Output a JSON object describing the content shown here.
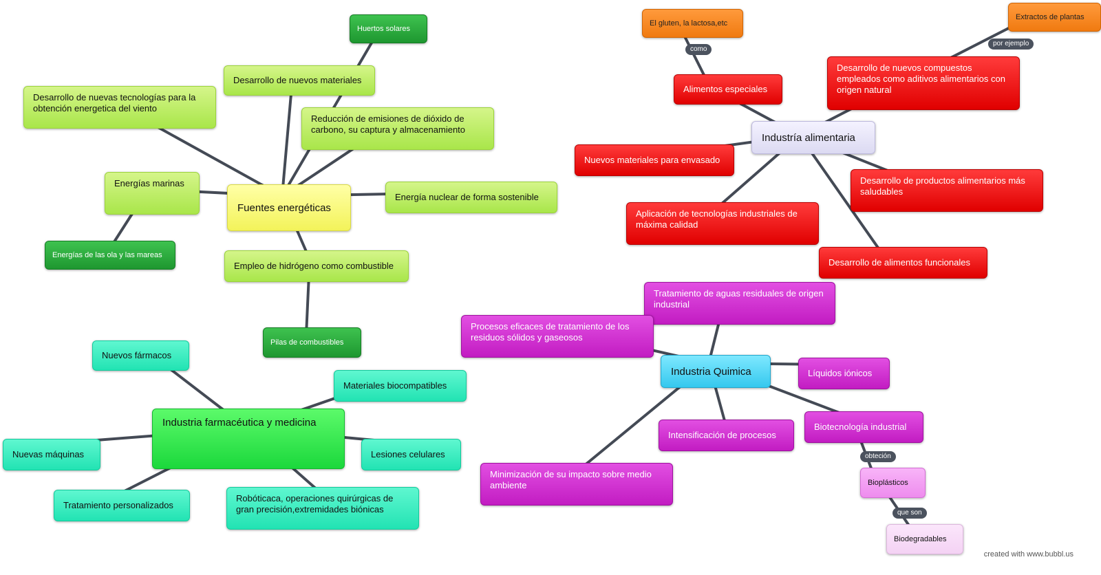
{
  "fuentes": {
    "center": "Fuentes energéticas",
    "huertos": "Huertos solares",
    "materiales": "Desarrollo de nuevos materiales",
    "viento": "Desarrollo de nuevas tecnologías  para la obtención energetica del viento",
    "co2": "Reducción de emisiones de dióxido de carbono, su captura y almacenamiento",
    "marinas": "Energías marinas",
    "ola": "Energías de las ola y las mareas",
    "nuclear": "Energía nuclear de forma sostenible",
    "hidrogeno": "Empleo de hidrógeno como combustible",
    "pilas": "Pilas de combustibles"
  },
  "alimentaria": {
    "center": "Industría alimentaria",
    "gluten": "El gluten, la lactosa,etc",
    "como": "como",
    "especiales": "Alimentos especiales",
    "extractos": "Extractos de plantas",
    "por_ejemplo": "por ejemplo",
    "compuestos": "Desarrollo de nuevos compuestos empleados como aditivos alimentarios con origen natural",
    "envasado": "Nuevos materiales para envasado",
    "saludables": "Desarrollo de productos alimentarios más saludables",
    "calidad": "Aplicación de tecnologías industriales de máxima calidad",
    "funcionales": "Desarrollo de alimentos funcionales"
  },
  "quimica": {
    "center": "Industria Quimica",
    "aguas": "Tratamiento de aguas residuales de origen industrial",
    "residuos": "Procesos eficaces de tratamiento de los residuos sólidos y gaseosos",
    "liquidos": "Líquidos iónicos",
    "intensificacion": "Intensificación de procesos",
    "biotecnologia": "Biotecnología industrial",
    "obtecion": "obteción",
    "bioplasticos": "Bioplásticos",
    "que_son": "que son",
    "biodegradables": "Biodegradables",
    "minimizacion": "Minimización de su impacto sobre medio ambiente"
  },
  "farma": {
    "center": "Industria farmacéutica y medicina",
    "farmacos": "Nuevos fármacos",
    "biocompatibles": "Materiales biocompatibles",
    "maquinas": "Nuevas máquinas",
    "lesiones": "Lesiones celulares",
    "tratamiento": "Tratamiento personalizados",
    "robotica": "Robóticaca, operaciones quirúrgicas de gran precisión,extremidades biónicas"
  },
  "footer": "created with www.bubbl.us",
  "colors": {
    "lime": "#b8ec5e",
    "dark_green": "#2aae3e",
    "yellow": "#f7f77a",
    "red": "#ee1111",
    "orange": "#f68520",
    "lavender": "#e8e6f8",
    "magenta": "#d233d2",
    "cyan": "#4fd3f2",
    "pink": "#f29cf2",
    "pale_pink": "#f7dcf7",
    "aqua": "#3cedc1",
    "bright_green": "#2ee84e",
    "connector": "#444a55"
  }
}
